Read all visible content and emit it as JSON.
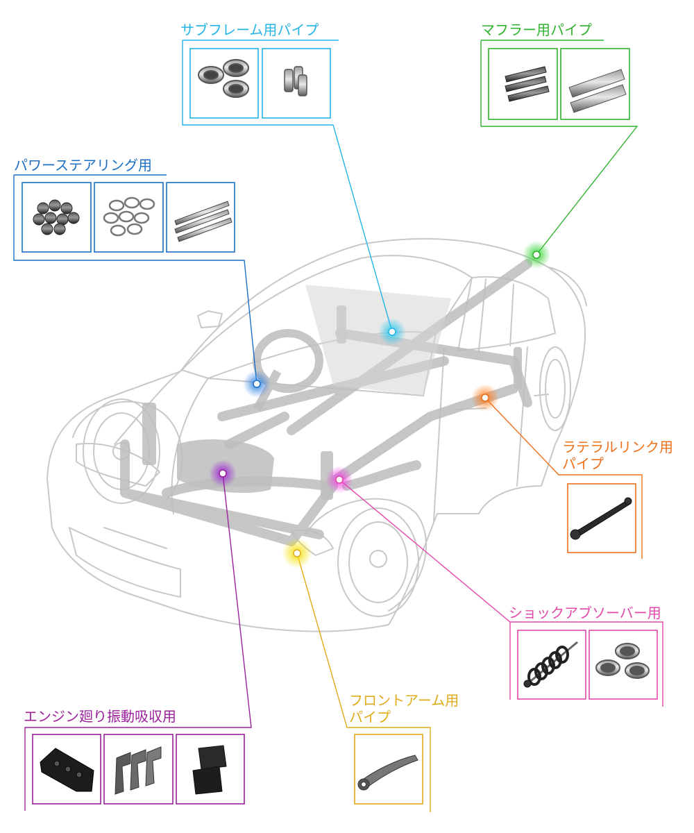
{
  "labels": {
    "subframe": "サブフレーム用パイプ",
    "muffler": "マフラー用パイプ",
    "power_steering": "パワーステアリング用",
    "lateral_link": "ラテラルリンク用\nパイプ",
    "shock_absorber": "ショックアブソーバー用",
    "front_arm": "フロントアーム用\nパイプ",
    "engine_vibration": "エンジン廻り振動吸収用"
  },
  "colors": {
    "subframe": "#23b4e6",
    "muffler": "#2eb22e",
    "power_steering": "#1a6fc4",
    "lateral_link": "#f0701a",
    "shock_absorber": "#e548a8",
    "front_arm": "#e0aa1a",
    "engine_vibration": "#9a1f9a",
    "car_outline": "#c8c8c8",
    "chassis": "#b8b8b8"
  },
  "icons": {
    "subframe": [
      "triple-thick-ring-icon",
      "short-pipe-cluster-icon"
    ],
    "muffler": [
      "dark-pipe-stack-icon",
      "long-silver-pipe-icon"
    ],
    "power_steering": [
      "small-ring-cluster-icon",
      "thin-ring-set-icon",
      "long-thin-rod-icon"
    ],
    "lateral_link": [
      "lateral-link-arm-icon"
    ],
    "shock_absorber": [
      "coil-spring-shock-icon",
      "triple-ring-collar-icon"
    ],
    "front_arm": [
      "front-control-arm-icon"
    ],
    "engine_vibration": [
      "rubber-engine-mount-icon",
      "l-bracket-set-icon",
      "rubber-block-pair-icon"
    ]
  }
}
